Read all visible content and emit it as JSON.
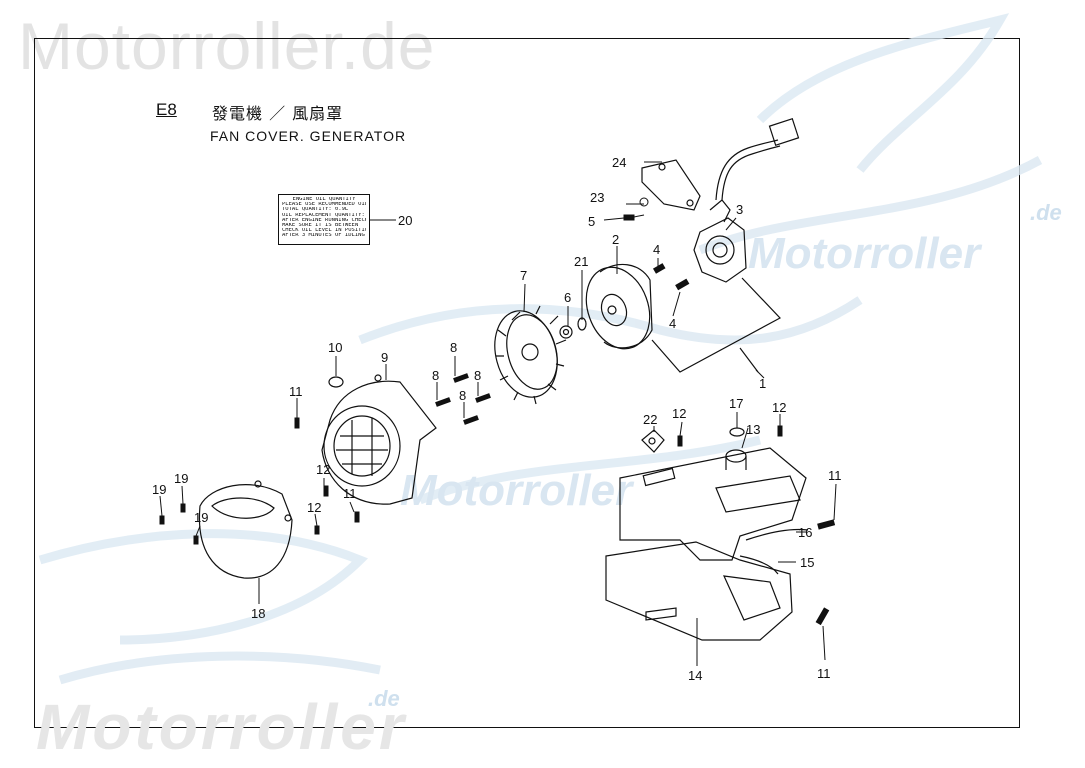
{
  "watermark": {
    "top": "Motorroller.de",
    "bottom": "Motorroller",
    "suffix": ".de",
    "side": "Motorroller"
  },
  "header": {
    "code": "E8",
    "title_cn": "發電機 ／ 風扇罩",
    "subtitle": "FAN COVER. GENERATOR"
  },
  "label_card": {
    "lines": [
      "ENGINE OIL QUANTITY",
      "PLEASE USE RECOMMENDED OIL (SAE 10W40)",
      "TOTAL QUANTITY: 0.9L",
      "OIL REPLACEMENT QUANTITY: 0.8L",
      "AFTER ENGINE RUNNING CHECK OIL LEVEL",
      "MAKE SURE IT IS BETWEEN",
      "CHECK OIL LEVEL IN POSITION OFF IGNITION",
      "AFTER 3 MINUTES OF IDLING"
    ]
  },
  "callouts": [
    "1",
    "2",
    "3",
    "4",
    "4",
    "5",
    "6",
    "7",
    "8",
    "8",
    "8",
    "8",
    "9",
    "10",
    "11",
    "11",
    "11",
    "11",
    "12",
    "12",
    "12",
    "12",
    "13",
    "14",
    "15",
    "16",
    "17",
    "18",
    "19",
    "19",
    "19",
    "20",
    "21",
    "22",
    "23",
    "24"
  ],
  "colors": {
    "ink": "#111111",
    "watermark_grey": "#e3e3e3",
    "watermark_blue": "#cfe0ee"
  }
}
